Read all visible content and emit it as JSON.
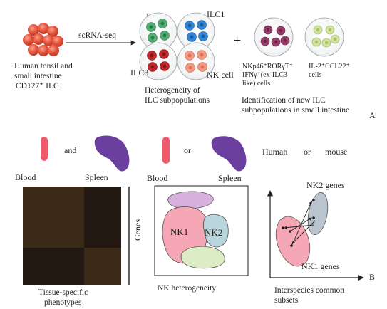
{
  "panel_a": {
    "source_line1": "Human tonsil and",
    "source_line2": "small intestine",
    "source_line3": "CD127⁺ ILC",
    "method": "scRNA-seq",
    "ilc2": "ILC2",
    "ilc1": "ILC1",
    "ilc3": "ILC3",
    "nk": "NK cell",
    "heterogeneity_line1": "Heterogeneity of",
    "heterogeneity_line2": "ILC subpopulations",
    "plus": "+",
    "new1_line1": "NKp46⁺RORγT⁺",
    "new1_line2": "IFNγ⁺(ex-ILC3-",
    "new1_line3": "like) cells",
    "new2_line1": "IL-2⁺CCL22⁺",
    "new2_line2": "cells",
    "ident_line1": "Identification of new ILC",
    "ident_line2": "subpopulations in small intestine",
    "label": "A"
  },
  "panel_b": {
    "blood1": "Blood",
    "and": "and",
    "spleen1": "Spleen",
    "blood2": "Blood",
    "or1": "or",
    "spleen2": "Spleen",
    "human": "Human",
    "or2": "or",
    "mouse": "mouse",
    "genes": "Genes",
    "nk1": "NK1",
    "nk2": "NK2",
    "nk2_genes": "NK2 genes",
    "nk1_genes": "NK1 genes",
    "tissue_line1": "Tissue-specific",
    "tissue_line2": "phenotypes",
    "nk_het": "NK heterogeneity",
    "inter_line1": "Interspecies common",
    "inter_line2": "subsets",
    "label": "B"
  },
  "colors": {
    "ilc2_cell": "#4fae72",
    "ilc1_cell": "#2f86d6",
    "ilc3_cell": "#c0282c",
    "nk_cell": "#f39b82",
    "new1_cell": "#9a3d6c",
    "new2_cell": "#cfe39a",
    "blood": "#ef5a6b",
    "spleen": "#6b3fa0",
    "heatmap_dark": "#231812",
    "heatmap_light": "#3a2a17"
  }
}
